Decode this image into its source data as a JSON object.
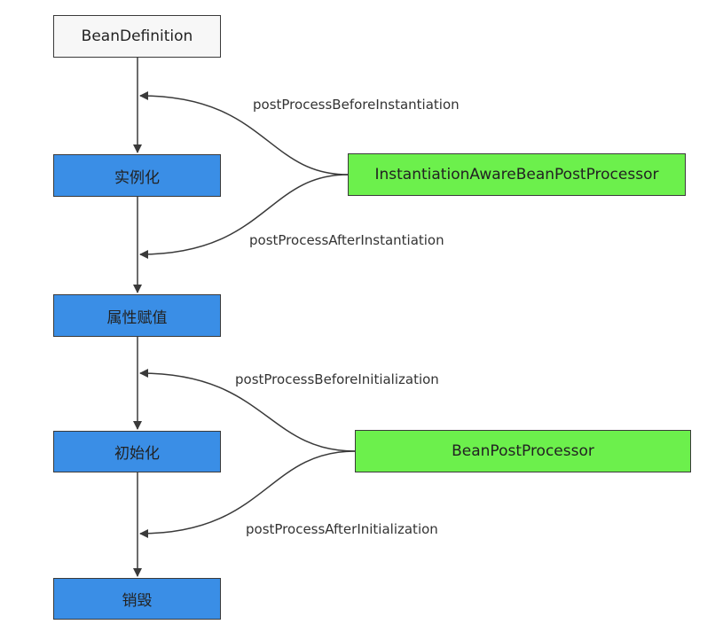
{
  "colors": {
    "stage_fill": "#3a8ee6",
    "processor_fill": "#6cf04c",
    "start_fill": "#f7f7f7",
    "line": "#3a3a3a"
  },
  "nodes": {
    "bean_definition": "BeanDefinition",
    "instantiation": "实例化",
    "population": "属性赋值",
    "initialization": "初始化",
    "destruction": "销毁",
    "instantiation_aware_processor": "InstantiationAwareBeanPostProcessor",
    "bean_post_processor": "BeanPostProcessor"
  },
  "edges": {
    "before_instantiation": "postProcessBeforeInstantiation",
    "after_instantiation": "postProcessAfterInstantiation",
    "before_initialization": "postProcessBeforeInitialization",
    "after_initialization": "postProcessAfterInitialization"
  }
}
